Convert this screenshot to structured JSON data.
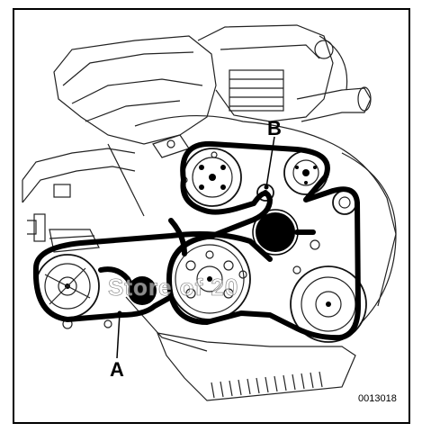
{
  "callouts": {
    "a_label": "A",
    "b_label": "B"
  },
  "figure_id": "0013018",
  "watermark_text": "Store of 20",
  "colors": {
    "ink": "#000000",
    "paper": "#ffffff"
  }
}
